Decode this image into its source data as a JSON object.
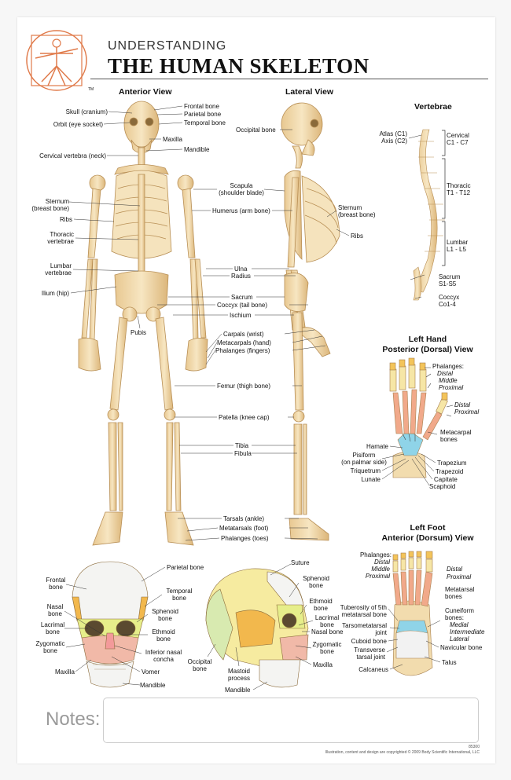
{
  "header": {
    "title_small": "UNDERSTANDING",
    "title_big": "THE HUMAN SKELETON",
    "tm": "TM"
  },
  "anterior": {
    "heading": "Anterior View",
    "left_labels": [
      "Skull (cranium)",
      "Orbit (eye socket)",
      "Cervical vertebra (neck)",
      "Sternum\n(breast bone)",
      "Ribs",
      "Thoracic\nvertebrae",
      "Lumbar\nvertebrae",
      "Ilium (hip)",
      "Pubis"
    ],
    "right_labels": [
      "Frontal bone",
      "Parietal bone",
      "Temporal bone",
      "Maxilla",
      "Mandible"
    ]
  },
  "center_labels": [
    "Scapula\n(shoulder blade)",
    "Humerus (arm bone)",
    "Ulna",
    "Radius",
    "Sacrum",
    "Coccyx (tail bone)",
    "Ischium",
    "Carpals (wrist)",
    "Metacarpals (hand)",
    "Phalanges (fingers)",
    "Femur (thigh bone)",
    "Patella (knee cap)",
    "Tibia",
    "Fibula",
    "Tarsals (ankle)",
    "Metatarsals (foot)",
    "Phalanges (toes)"
  ],
  "lateral": {
    "heading": "Lateral View",
    "labels": [
      "Occipital bone",
      "Sternum\n(breast bone)",
      "Ribs"
    ]
  },
  "vertebrae": {
    "heading": "Vertebrae",
    "left_labels": [
      "Atlas (C1)",
      "Axis (C2)"
    ],
    "right_labels": [
      "Cervical\nC1 - C7",
      "Thoracic\nT1 - T12",
      "Lumbar\nL1 - L5",
      "Sacrum\nS1-S5",
      "Coccyx\nCo1-4"
    ]
  },
  "hand": {
    "heading_1": "Left Hand",
    "heading_2": "Posterior (Dorsal) View",
    "phalanges_title": "Phalanges:",
    "phalanges": [
      "Distal",
      "Middle",
      "Proximal"
    ],
    "thumb": [
      "Distal",
      "Proximal"
    ],
    "metacarpal": "Metacarpal\nbones",
    "left_labels": [
      "Hamate",
      "Pisiform\n(on palmar side)",
      "Triquetrum",
      "Lunate"
    ],
    "right_labels": [
      "Trapezium",
      "Trapezoid",
      "Capitate",
      "Scaphoid"
    ]
  },
  "foot": {
    "heading_1": "Left Foot",
    "heading_2": "Anterior (Dorsum) View",
    "phalanges_title": "Phalanges:",
    "phalanges": [
      "Distal",
      "Middle",
      "Proximal"
    ],
    "big_toe": [
      "Distal",
      "Proximal"
    ],
    "metatarsal": "Metatarsal\nbones",
    "cuneiform_title": "Cuneiform\nbones:",
    "cuneiform": [
      "Medial",
      "Intermediate",
      "Lateral"
    ],
    "left_labels": [
      "Tuberosity of 5th\nmetatarsal bone",
      "Tarsometatarsal\njoint",
      "Cuboid bone",
      "Transverse\ntarsal joint",
      "Calcaneus"
    ],
    "right_labels": [
      "Navicular bone",
      "Talus"
    ]
  },
  "skull_front": {
    "left_labels": [
      "Frontal\nbone",
      "Nasal\nbone",
      "Lacrimal\nbone",
      "Zygomatic\nbone",
      "Maxilla"
    ],
    "right_labels": [
      "Parietal bone",
      "Temporal\nbone",
      "Sphenoid\nbone",
      "Ethmoid\nbone",
      "Inferior nasal\nconcha",
      "Vomer",
      "Mandible"
    ]
  },
  "skull_side": {
    "labels": [
      "Suture",
      "Sphenoid\nbone",
      "Ethmoid\nbone",
      "Lacrimal\nbone",
      "Nasal bone",
      "Zygomatic\nbone",
      "Maxilla",
      "Occipital\nbone",
      "Mastoid\nprocess",
      "Mandible"
    ]
  },
  "notes": {
    "label": "Notes:"
  },
  "footer": {
    "code": "85300",
    "copyright": "Illustration, content and design are copyrighted © 2009 Body Scientific International, LLC"
  },
  "colors": {
    "bone": "#f2dcae",
    "bone_shade": "#d9b77a",
    "frontal": "#f4f4f2",
    "parietal": "#f6eba0",
    "temporal": "#f2b84d",
    "sphenoid": "#e6ee8a",
    "maxilla": "#f1b9a8",
    "occipital": "#d8eab0",
    "ethmoid": "#f28a6a",
    "zygomatic": "#f39a9a"
  }
}
